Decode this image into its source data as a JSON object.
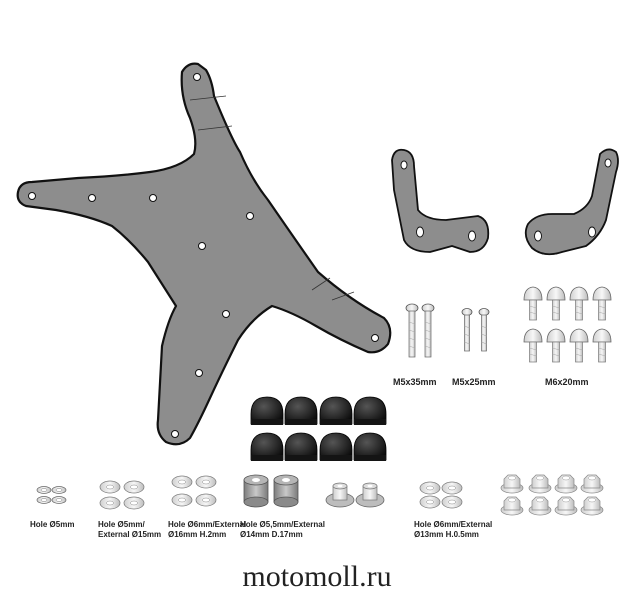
{
  "labels": {
    "m5x35": "M5x35mm",
    "m5x25": "M5x25mm",
    "m6x20": "M6x20mm",
    "hole5": "Hole Ø5mm",
    "hole5ext_1": "Hole Ø5mm/",
    "hole5ext_2": "External Ø15mm",
    "hole6ext_1": "Hole Ø6mm/External",
    "hole6ext_2": "Ø16mm H.2mm",
    "hole55_1": "Hole Ø5,5mm/External",
    "hole55_2": "Ø14mm D.17mm",
    "hole6h05_1": "Hole Ø6mm/External",
    "hole6h05_2": "Ø13mm H.0.5mm"
  },
  "watermark": "motomoll.ru",
  "colors": {
    "plate": "#8d8d8d",
    "outline": "#111111",
    "metal_light": "#e6e6e6",
    "cap": "#1a1a1a",
    "spacer": "#9a9a9a"
  },
  "icons": [
    "mounting-plate",
    "left-bracket",
    "right-bracket",
    "screw-m5x35",
    "screw-m5x25",
    "screw-m6x20",
    "cap-nut",
    "washer",
    "spacer",
    "flange-nut"
  ]
}
